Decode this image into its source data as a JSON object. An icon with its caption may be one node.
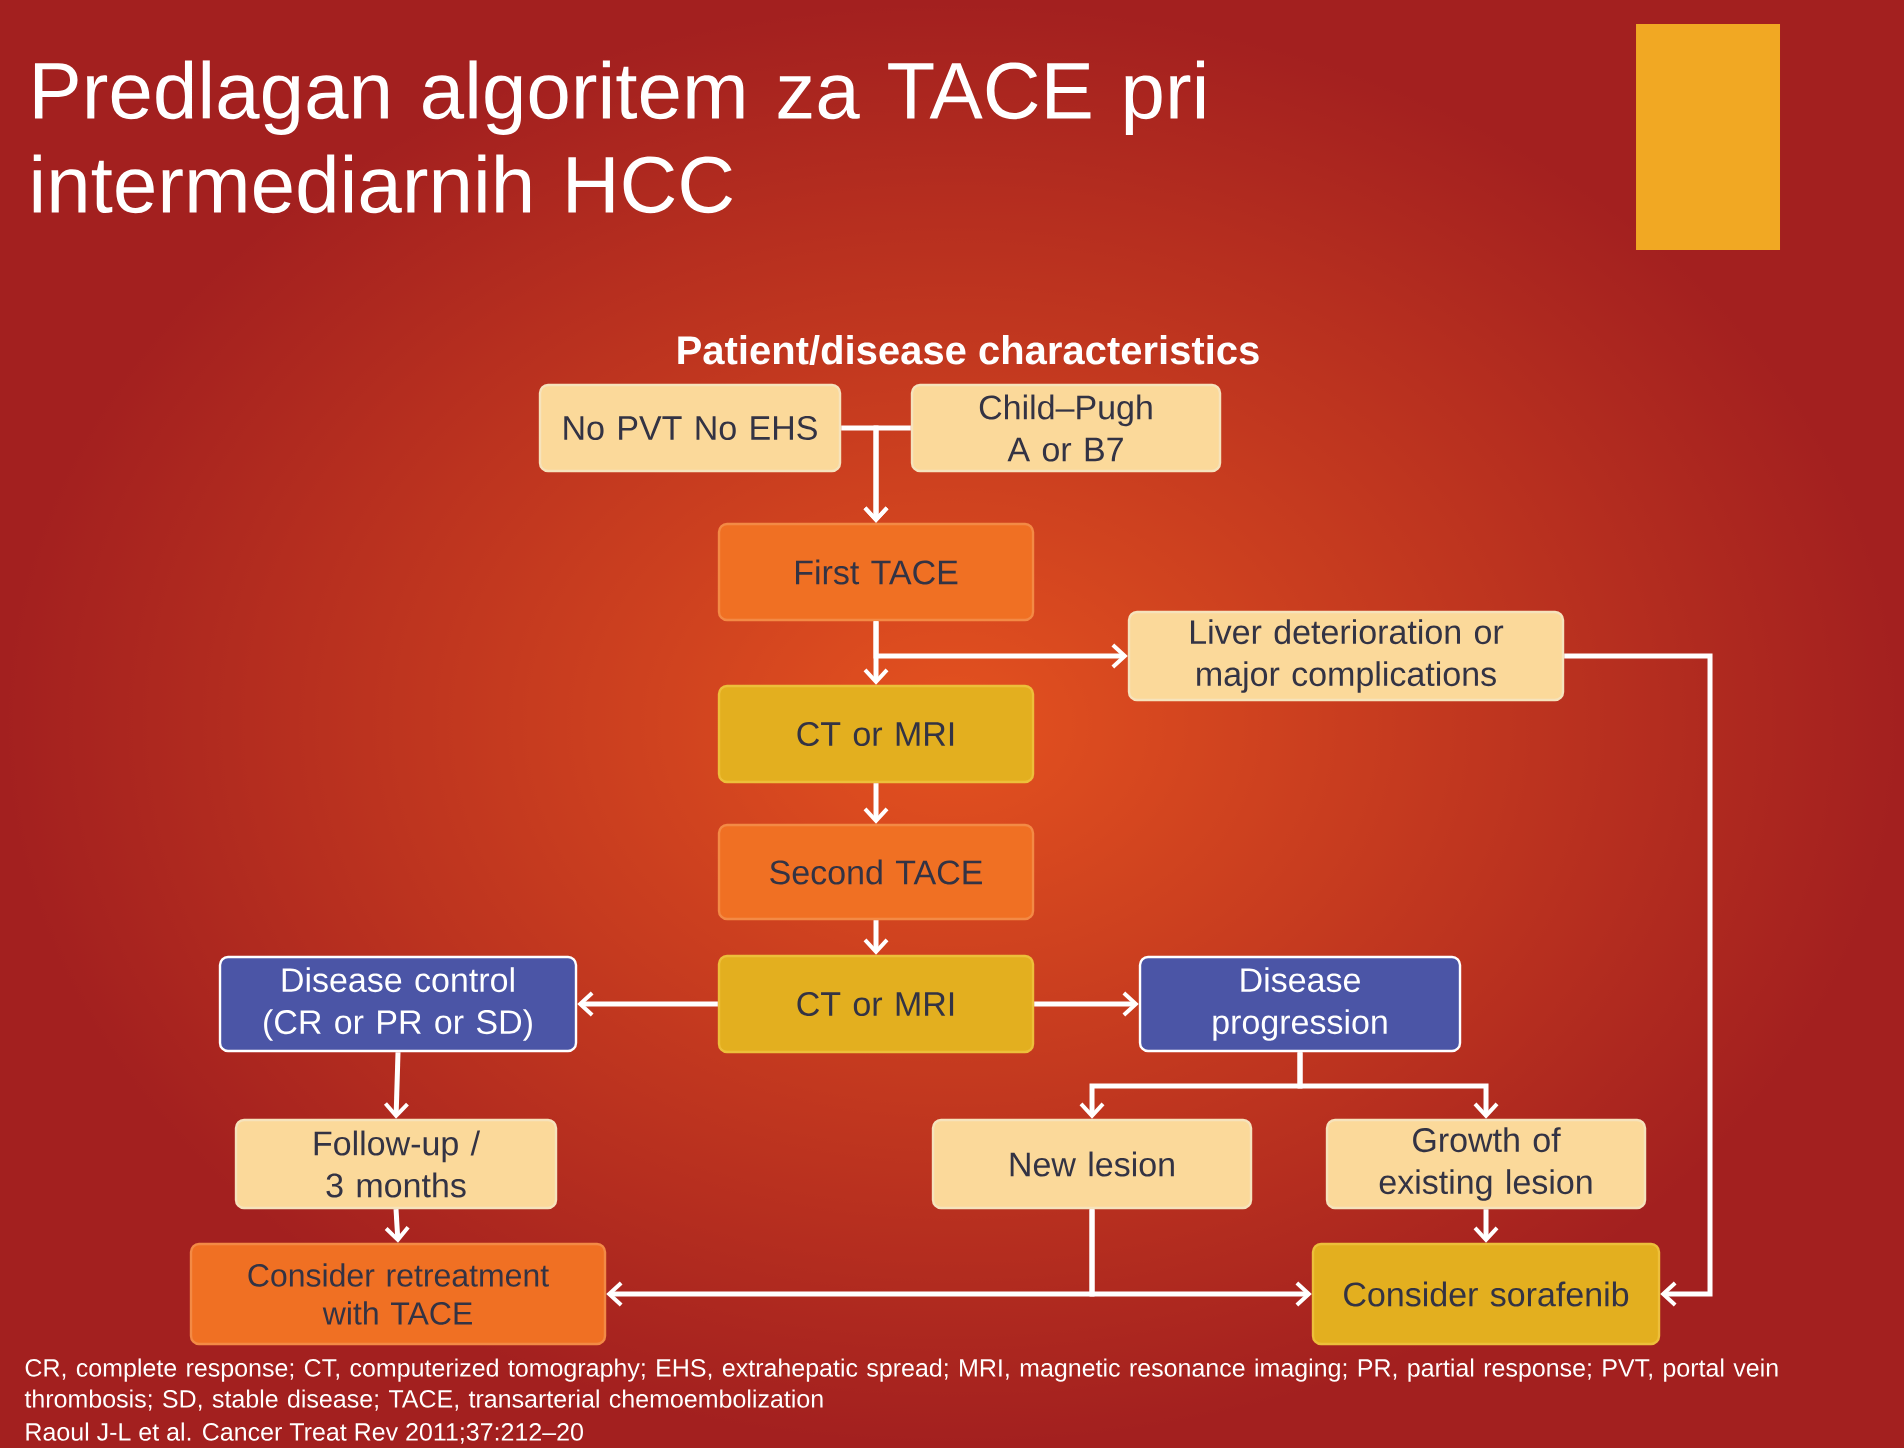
{
  "diagram": {
    "title": "Predlagan algoritem za TACE pri intermediarnih HCC",
    "nodes": [
      {
        "text": [
          "No PVT No EHS"
        ]
      },
      {
        "text": [
          "Child–Pugh A or B7"
        ]
      },
      {
        "text": [
          "First TACE"
        ]
      },
      {
        "text": [
          "Liver deterioration or major complications"
        ]
      },
      {
        "text": [
          "CT or MRI"
        ]
      },
      {
        "text": [
          "Second TACE"
        ]
      },
      {
        "text": [
          "Disease control (CR or PR or SD)"
        ]
      },
      {
        "text": [
          "CT or MRI"
        ]
      },
      {
        "text": [
          "Disease progression"
        ]
      },
      {
        "text": [
          "Follow-up / 3 months"
        ]
      },
      {
        "text": [
          "New lesion"
        ]
      },
      {
        "text": [
          "Growth of existing lesion"
        ]
      },
      {
        "text": [
          "Consider retreatment with TACE"
        ]
      },
      {
        "text": [
          "Consider sorafenib"
        ]
      }
    ],
    "edges": [
      {
        "from": 0,
        "to": 2,
        "arrow": "to"
      },
      {
        "from": 1,
        "to": 2,
        "arrow": "to"
      },
      {
        "from": 2,
        "to": 4,
        "arrow": "to"
      },
      {
        "from": 2,
        "to": 3,
        "arrow": "to"
      },
      {
        "from": 3,
        "to": 13,
        "arrow": "to"
      },
      {
        "from": 4,
        "to": 5,
        "arrow": "to"
      },
      {
        "from": 5,
        "to": 7,
        "arrow": "to"
      },
      {
        "from": 7,
        "to": 6,
        "arrow": "to"
      },
      {
        "from": 7,
        "to": 8,
        "arrow": "to"
      },
      {
        "from": 8,
        "to": 10,
        "arrow": "to"
      },
      {
        "from": 8,
        "to": 11,
        "arrow": "to"
      },
      {
        "from": 6,
        "to": 9,
        "arrow": "to"
      },
      {
        "from": 9,
        "to": 12,
        "arrow": "to"
      },
      {
        "from": 11,
        "to": 13,
        "arrow": "to"
      },
      {
        "from": 10,
        "to": 12,
        "arrow": "to"
      },
      {
        "from": 10,
        "to": 13,
        "arrow": "to"
      }
    ],
    "labels": [
      "Patient/disease characteristics",
      "CR, complete response; CT, computerized tomography; EHS, extrahepatic spread; MRI, magnetic resonance imaging; PR, partial response; PVT, portal vein thrombosis; SD, stable disease; TACE, transarterial chemoembolization",
      "Raoul J-L et al. Cancer Treat Rev 2011;37:212–20"
    ]
  }
}
